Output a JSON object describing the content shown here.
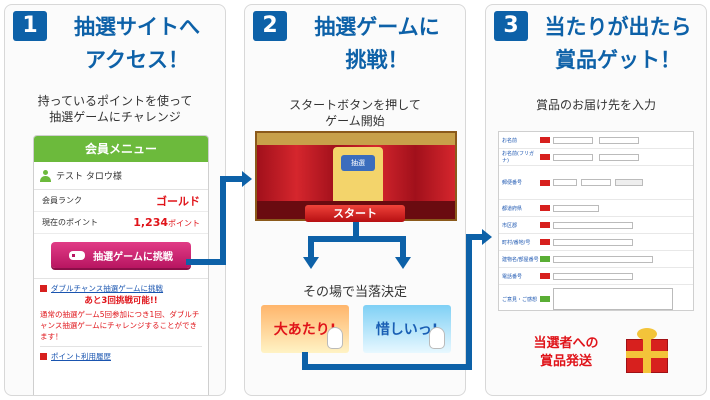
{
  "steps": [
    {
      "number": "1",
      "title_lines": [
        "抽選サイトへ",
        "アクセス！"
      ],
      "desc_lines": [
        "持っているポイントを使って",
        "抽選ゲームにチャレンジ"
      ]
    },
    {
      "number": "2",
      "title_lines": [
        "抽選ゲームに",
        "挑戦！"
      ],
      "desc_lines": [
        "スタートボタンを押して",
        "ゲーム開始"
      ]
    },
    {
      "number": "3",
      "title_lines": [
        "当たりが出たら",
        "賞品ゲット！"
      ],
      "desc_lines": [
        "賞品のお届け先を入力"
      ]
    }
  ],
  "member_menu": {
    "header": "会員メニュー",
    "user_name": "テスト タロウ様",
    "rank_label": "会員ランク",
    "rank_value": "ゴールド",
    "points_label": "現在のポイント",
    "points_value": "1,234",
    "points_unit": "ポイント",
    "game_button": "抽選ゲームに挑戦",
    "double_chance_link": "ダブルチャンス抽選ゲームに挑戦",
    "remaining": "あと3回挑戦可能!!",
    "note": "通常の抽選ゲーム5回参加につき1回、ダブルチャンス抽選ゲームにチャレンジすることができます！",
    "history_link": "ポイント利用履歴"
  },
  "game": {
    "stage_sign": "抽選",
    "start_button": "スタート",
    "decide_text": "その場で当落決定",
    "win_label": "大あたり!",
    "lose_label": "惜しいっ!"
  },
  "form_rows": [
    {
      "label": "お名前",
      "req": "必須"
    },
    {
      "label": "お名前(フリガナ)",
      "req": "必須"
    },
    {
      "label": "郵便番号",
      "req": "必須"
    },
    {
      "label": "都道府県",
      "req": "必須"
    },
    {
      "label": "市区郡",
      "req": "必須"
    },
    {
      "label": "町村/番地/号",
      "req": "必須"
    },
    {
      "label": "建物名/部屋番号",
      "req": "任意"
    },
    {
      "label": "電話番号",
      "req": "必須"
    },
    {
      "label": "ご意見・ご感想",
      "req": "任意"
    }
  ],
  "prize": {
    "text_lines": [
      "当選者への",
      "賞品発送"
    ]
  },
  "colors": {
    "accent_blue": "#0d61a8",
    "menu_green": "#6cba3c",
    "button_pink": "#c8246f",
    "alert_red": "#e0141a"
  }
}
